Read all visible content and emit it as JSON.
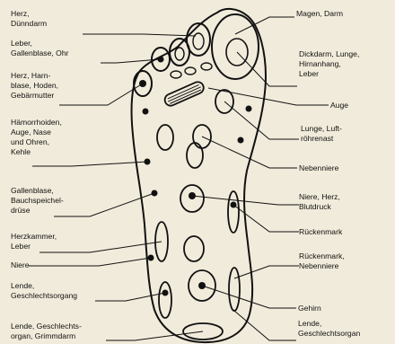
{
  "labels_left": [
    "Herz,\nDünndarm",
    "Leber,\nGallenblase, Ohr",
    "Herz, Harn-\nblase, Hoden,\nGebärmutter",
    "Hämorrhoiden,\nAuge, Nase\nund Ohren,\nKehle",
    "Gallenblase,\nBauchspeichel-\ndrüse",
    "Herzkammer,\nLeber",
    "Niere",
    "Lende,\nGeschlechtsorgang",
    "Lende, Geschlechts-\norgan, Grimmdarm"
  ],
  "labels_right": [
    "Magen, Darm",
    "Dickdarm, Lunge,\nHirnanhang,\nLeber",
    "Auge",
    "Lunge, Luft-\nröhrenast",
    "Nebenniere",
    "Niere, Herz,\nBlutdruck",
    "Rückenmark",
    "Rückenmark,\nNebenniere",
    "Gehirn",
    "Lende,\nGeschlechtsorgan"
  ]
}
